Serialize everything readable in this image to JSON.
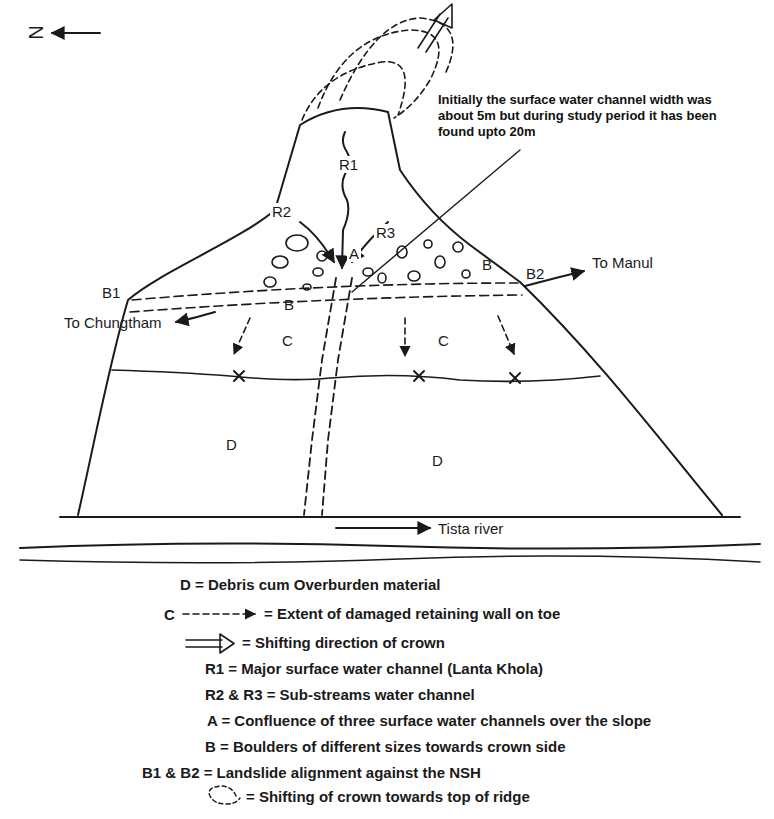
{
  "diagram": {
    "labels": [
      "N",
      "Initially the surface water channel width was about 5m but during study period it has been found upto 20m",
      "R1",
      "R2",
      "R3",
      "A",
      "B",
      "B",
      "B1",
      "B2",
      "To Chungtham",
      "To Manul",
      "C",
      "C",
      "D",
      "D",
      "Tista river",
      "C"
    ],
    "legend": [
      {
        "text": "D = Debris cum Overburden material"
      },
      {
        "text": "= Extent of damaged retaining wall on toe"
      },
      {
        "text": "= Shifting direction of crown"
      },
      {
        "text": "R1 = Major surface water channel (Lanta Khola)"
      },
      {
        "text": "R2 & R3 = Sub-streams water channel"
      },
      {
        "text": "A = Confluence of three surface water channels over the slope"
      },
      {
        "text": "B = Boulders of different sizes towards crown side"
      },
      {
        "text": "B1 & B2 = Landslide alignment against the NSH"
      },
      {
        "text": "= Shifting of crown towards top of ridge"
      }
    ]
  }
}
